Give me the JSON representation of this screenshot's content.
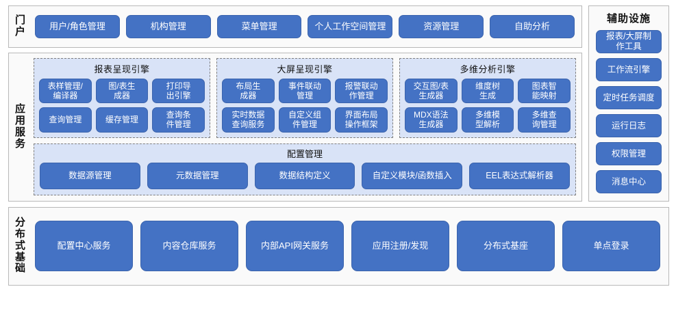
{
  "colors": {
    "button_fill": "#4472c4",
    "button_border": "#3a63ac",
    "button_text": "#ffffff",
    "group_fill": "#d9e3f7",
    "group_border": "#7f7f7f",
    "band_fill": "#fafafa",
    "band_border": "#b8b8b8"
  },
  "portal": {
    "label_chars": [
      "门",
      "户"
    ],
    "items": [
      {
        "label": "用户/角色管理"
      },
      {
        "label": "机构管理"
      },
      {
        "label": "菜单管理"
      },
      {
        "label": "个人工作空间管理"
      },
      {
        "label": "资源管理"
      },
      {
        "label": "自助分析"
      }
    ]
  },
  "aux": {
    "title": "辅助设施",
    "items": [
      {
        "label": "报表/大屏制\n作工具"
      },
      {
        "label": "工作流引擎"
      },
      {
        "label": "定时任务调度"
      },
      {
        "label": "运行日志"
      },
      {
        "label": "权限管理"
      },
      {
        "label": "消息中心"
      }
    ]
  },
  "app_services": {
    "label_chars": [
      "应",
      "用",
      "服",
      "务"
    ],
    "engines": [
      {
        "title": "报表呈现引擎",
        "items": [
          {
            "label": "表样管理/\n编译器"
          },
          {
            "label": "图/表生\n成器"
          },
          {
            "label": "打印导\n出引擎"
          },
          {
            "label": "查询管理"
          },
          {
            "label": "缓存管理"
          },
          {
            "label": "查询条\n件管理"
          }
        ]
      },
      {
        "title": "大屏呈现引擎",
        "items": [
          {
            "label": "布局生\n成器"
          },
          {
            "label": "事件联动\n管理"
          },
          {
            "label": "报警联动\n作管理"
          },
          {
            "label": "实时数据\n查询服务"
          },
          {
            "label": "自定义组\n件管理"
          },
          {
            "label": "界面布局\n操作框架"
          }
        ]
      },
      {
        "title": "多维分析引擎",
        "items": [
          {
            "label": "交互图/表\n生成器"
          },
          {
            "label": "维度树\n生成"
          },
          {
            "label": "图表智\n能映射"
          },
          {
            "label": "MDX语法\n生成器"
          },
          {
            "label": "多维模\n型解析"
          },
          {
            "label": "多维查\n询管理"
          }
        ]
      }
    ],
    "config": {
      "title": "配置管理",
      "items": [
        {
          "label": "数据源管理"
        },
        {
          "label": "元数据管理"
        },
        {
          "label": "数据结构定义"
        },
        {
          "label": "自定义模块/函数插入"
        },
        {
          "label": "EEL表达式解析器"
        }
      ]
    }
  },
  "distributed": {
    "label_chars": [
      "分",
      "布",
      "式",
      "基",
      "础"
    ],
    "items": [
      {
        "label": "配置中心服务"
      },
      {
        "label": "内容仓库服务"
      },
      {
        "label": "内部API网关服务"
      },
      {
        "label": "应用注册/发现"
      },
      {
        "label": "分布式基座"
      },
      {
        "label": "单点登录"
      }
    ]
  }
}
